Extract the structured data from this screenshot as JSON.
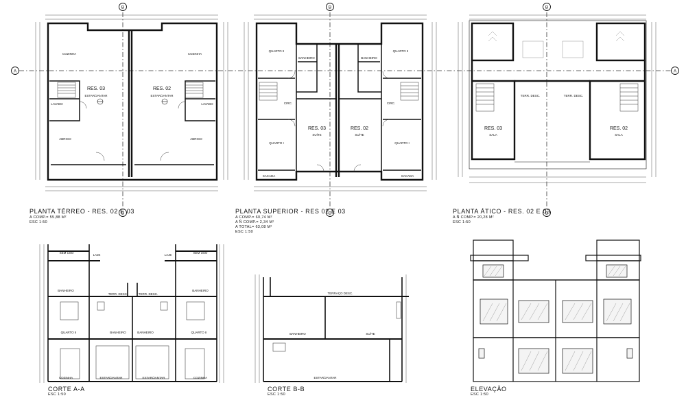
{
  "axes": {
    "a": "A",
    "b": "B"
  },
  "drawings": {
    "ground": {
      "title": "PLANTA TÉRREO - RES. 02 E 03",
      "notes": [
        "A COMP.= 55,88 M²",
        "ESC 1:50"
      ],
      "units": [
        "RES. 03",
        "RES. 02"
      ],
      "rooms": [
        "COZINHA",
        "ESTAR/JANTAR",
        "LAVABO",
        "ABRIGO",
        "COZINHA",
        "ESTAR/JANTAR",
        "LAVABO",
        "ABRIGO"
      ]
    },
    "upper": {
      "title": "PLANTA SUPERIOR - RES 02 E 03",
      "notes": [
        "A COMP.= 60,74 M²",
        "A Ñ COMP.= 2,34 M²",
        "A TOTAL= 63,08 M²",
        "ESC 1:50"
      ],
      "units": [
        "RES. 03",
        "RES. 02"
      ],
      "rooms": [
        "QUARTO II",
        "BANHEIRO",
        "CIRC.",
        "QUARTO I",
        "SUÍTE",
        "SACADA",
        "QUARTO II",
        "BANHEIRO",
        "CIRC.",
        "QUARTO I",
        "SUÍTE",
        "SACADA"
      ]
    },
    "attic": {
      "title": "PLANTA ÁTICO - RES. 02 E 03",
      "notes": [
        "A Ñ COMP.= 20,28 M²",
        "ESC 1:50"
      ],
      "units": [
        "RES. 03",
        "RES. 02"
      ],
      "rooms": [
        "SALA",
        "TERR. DESC.",
        "TERR. DESC.",
        "SALA"
      ]
    },
    "section_aa": {
      "title": "CORTE A-A",
      "scale": "ESC 1:50",
      "labels": [
        "SEM USO",
        "LAJE",
        "LAJE",
        "SEM USO",
        "BANHEIRO",
        "TERR. DESC.",
        "TERR. DESC.",
        "BANHEIRO",
        "QUARTO II",
        "BANHEIRO",
        "BANHEIRO",
        "QUARTO II",
        "COZINHA",
        "ESTAR/JANTAR",
        "ESTAR/JANTAR",
        "COZINHA"
      ]
    },
    "section_bb": {
      "title": "CORTE B-B",
      "scale": "ESC 1:50",
      "labels": [
        "TERRAÇO DESC.",
        "BANHEIRO",
        "SUÍTE",
        "ESTAR/JANTAR"
      ]
    },
    "elevation": {
      "title": "ELEVAÇÃO",
      "scale": "ESC 1:50"
    }
  }
}
